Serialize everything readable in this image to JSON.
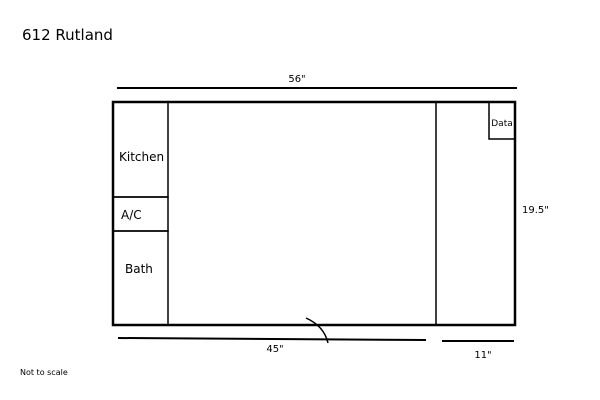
{
  "title": "612 Rutland",
  "dimensions": {
    "top": "56\"",
    "right": "19.5\"",
    "bottom_main": "45\"",
    "bottom_right": "11\""
  },
  "rooms": {
    "kitchen": "Kitchen",
    "ac": "A/C",
    "bath": "Bath",
    "data": "Data"
  },
  "note": "Not to scale"
}
